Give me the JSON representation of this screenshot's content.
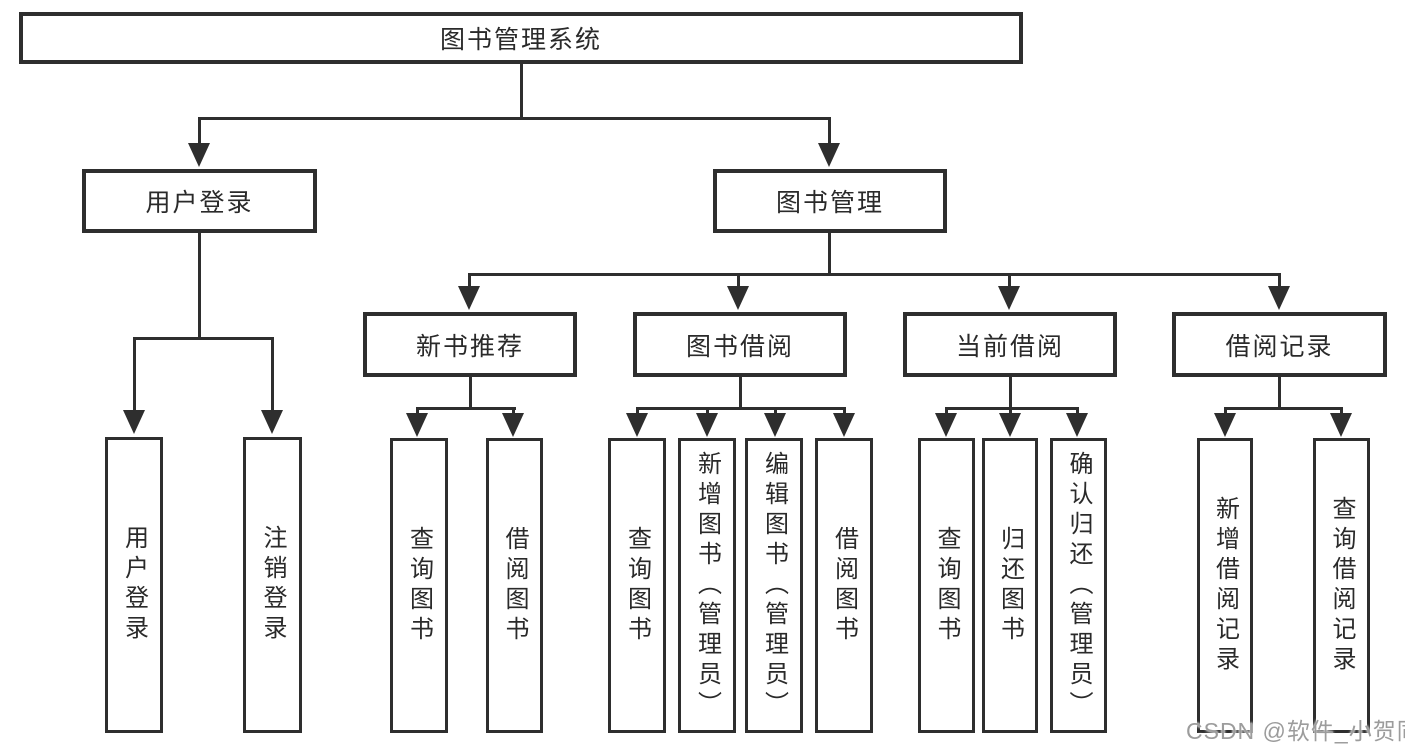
{
  "tree": {
    "label": "图书管理系统",
    "children": [
      {
        "label": "用户登录",
        "children": [
          {
            "label": "用户登录"
          },
          {
            "label": "注销登录"
          }
        ]
      },
      {
        "label": "图书管理",
        "children": [
          {
            "label": "新书推荐",
            "children": [
              {
                "label": "查询图书"
              },
              {
                "label": "借阅图书"
              }
            ]
          },
          {
            "label": "图书借阅",
            "children": [
              {
                "label": "查询图书"
              },
              {
                "label": "新增图书（管理员）"
              },
              {
                "label": "编辑图书（管理员）"
              },
              {
                "label": "借阅图书"
              }
            ]
          },
          {
            "label": "当前借阅",
            "children": [
              {
                "label": "查询图书"
              },
              {
                "label": "归还图书"
              },
              {
                "label": "确认归还（管理员）"
              }
            ]
          },
          {
            "label": "借阅记录",
            "children": [
              {
                "label": "新增借阅记录"
              },
              {
                "label": "查询借阅记录"
              }
            ]
          }
        ]
      }
    ]
  },
  "watermark": {
    "text": "CSDN @软件_小贺同学"
  },
  "colors": {
    "line": "#2e2e2e",
    "text": "#2a2a2a",
    "watermark": "#9c9c9c",
    "background": "#ffffff"
  }
}
